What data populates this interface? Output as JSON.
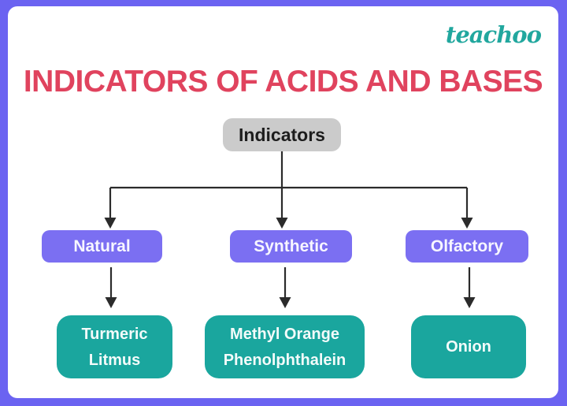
{
  "brand": {
    "name": "teachoo"
  },
  "header": {
    "title": "INDICATORS OF ACIDS AND BASES"
  },
  "diagram": {
    "root_label": "Indicators",
    "branches": [
      {
        "label": "Natural",
        "items": [
          "Turmeric",
          "Litmus"
        ]
      },
      {
        "label": "Synthetic",
        "items": [
          "Methyl Orange",
          "Phenolphthalein"
        ]
      },
      {
        "label": "Olfactory",
        "items": [
          "Onion"
        ]
      }
    ]
  },
  "colors": {
    "border-purple": "#6b63f1",
    "branch-purple": "#7b6ff2",
    "leaf-teal": "#1aa69e",
    "root-gray": "#cbcbcb",
    "title-red": "#e0435e",
    "brand-teal": "#21a79e",
    "connector-black": "#2b2b2b"
  }
}
